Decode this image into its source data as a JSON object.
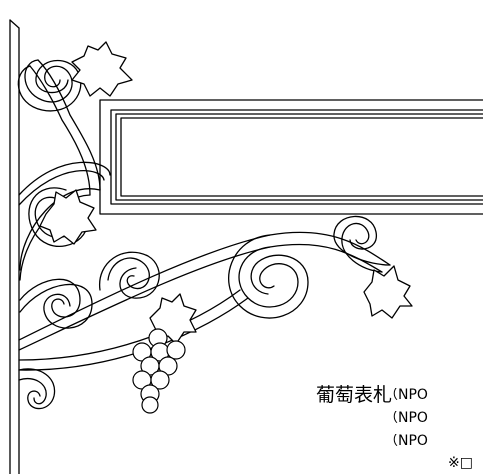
{
  "caption": "葡萄表札",
  "notes": [
    "（NPO",
    "（NPO",
    "（NPO",
    "※□"
  ]
}
